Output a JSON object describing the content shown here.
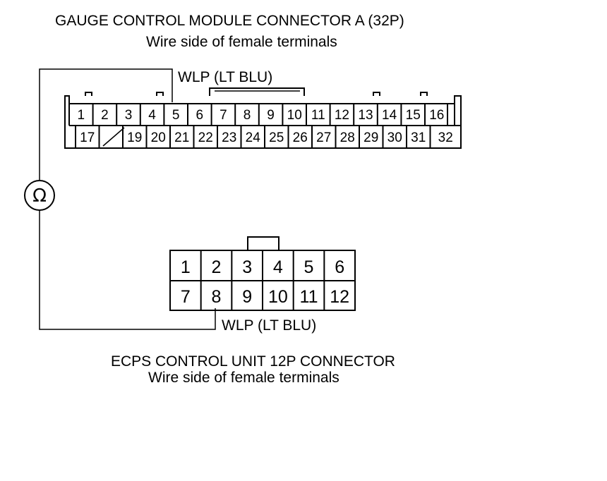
{
  "connector_a": {
    "title": "GAUGE CONTROL MODULE CONNECTOR A (32P)",
    "subtitle": "Wire side of female terminals",
    "wire_label": "WLP (LT BLU)",
    "top_row": [
      "1",
      "2",
      "3",
      "4",
      "5",
      "6",
      "7",
      "8",
      "9",
      "10",
      "11",
      "12",
      "13",
      "14",
      "15",
      "16"
    ],
    "bottom_row": [
      "",
      "17",
      "",
      "19",
      "20",
      "21",
      "22",
      "23",
      "24",
      "25",
      "26",
      "27",
      "28",
      "29",
      "30",
      "31",
      "32"
    ]
  },
  "connector_b": {
    "title": "ECPS CONTROL UNIT 12P CONNECTOR",
    "subtitle": "Wire side of female terminals",
    "wire_label": "WLP (LT BLU)",
    "top_row": [
      "1",
      "2",
      "3",
      "4",
      "5",
      "6"
    ],
    "bottom_row": [
      "7",
      "8",
      "9",
      "10",
      "11",
      "12"
    ]
  },
  "meter": {
    "symbol": "Ω",
    "icon": "ohmmeter-icon"
  }
}
